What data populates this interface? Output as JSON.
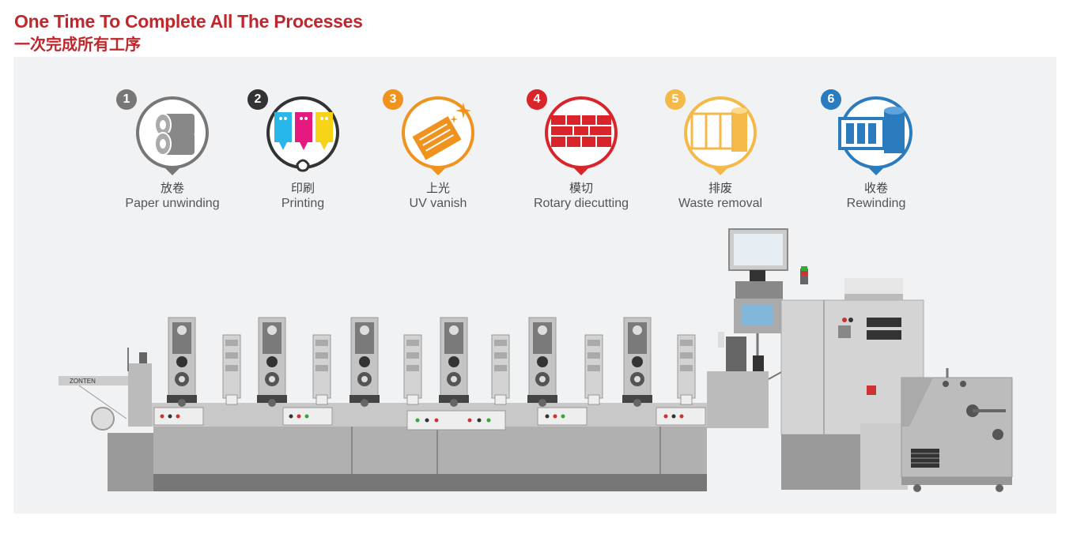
{
  "header": {
    "title_en": "One Time To Complete All The Processes",
    "title_cn": "一次完成所有工序"
  },
  "steps": [
    {
      "number": "1",
      "label_cn": "放卷",
      "label_en": "Paper unwinding",
      "icon": "paper-roll-icon",
      "color": "#777777"
    },
    {
      "number": "2",
      "label_cn": "印刷",
      "label_en": "Printing",
      "icon": "ink-cartridge-icon",
      "color": "#333333"
    },
    {
      "number": "3",
      "label_cn": "上光",
      "label_en": "UV vanish",
      "icon": "uv-sparkle-icon",
      "color": "#f0931e"
    },
    {
      "number": "4",
      "label_cn": "模切",
      "label_en": "Rotary diecutting",
      "icon": "die-cut-grid-icon",
      "color": "#d9252a"
    },
    {
      "number": "5",
      "label_cn": "排废",
      "label_en": "Waste removal",
      "icon": "waste-roll-icon",
      "color": "#f5b94a"
    },
    {
      "number": "6",
      "label_cn": "收卷",
      "label_en": "Rewinding",
      "icon": "rewind-roll-icon",
      "color": "#2b7bbf"
    }
  ],
  "machine": {
    "brand_plate": "ZONTEN"
  }
}
